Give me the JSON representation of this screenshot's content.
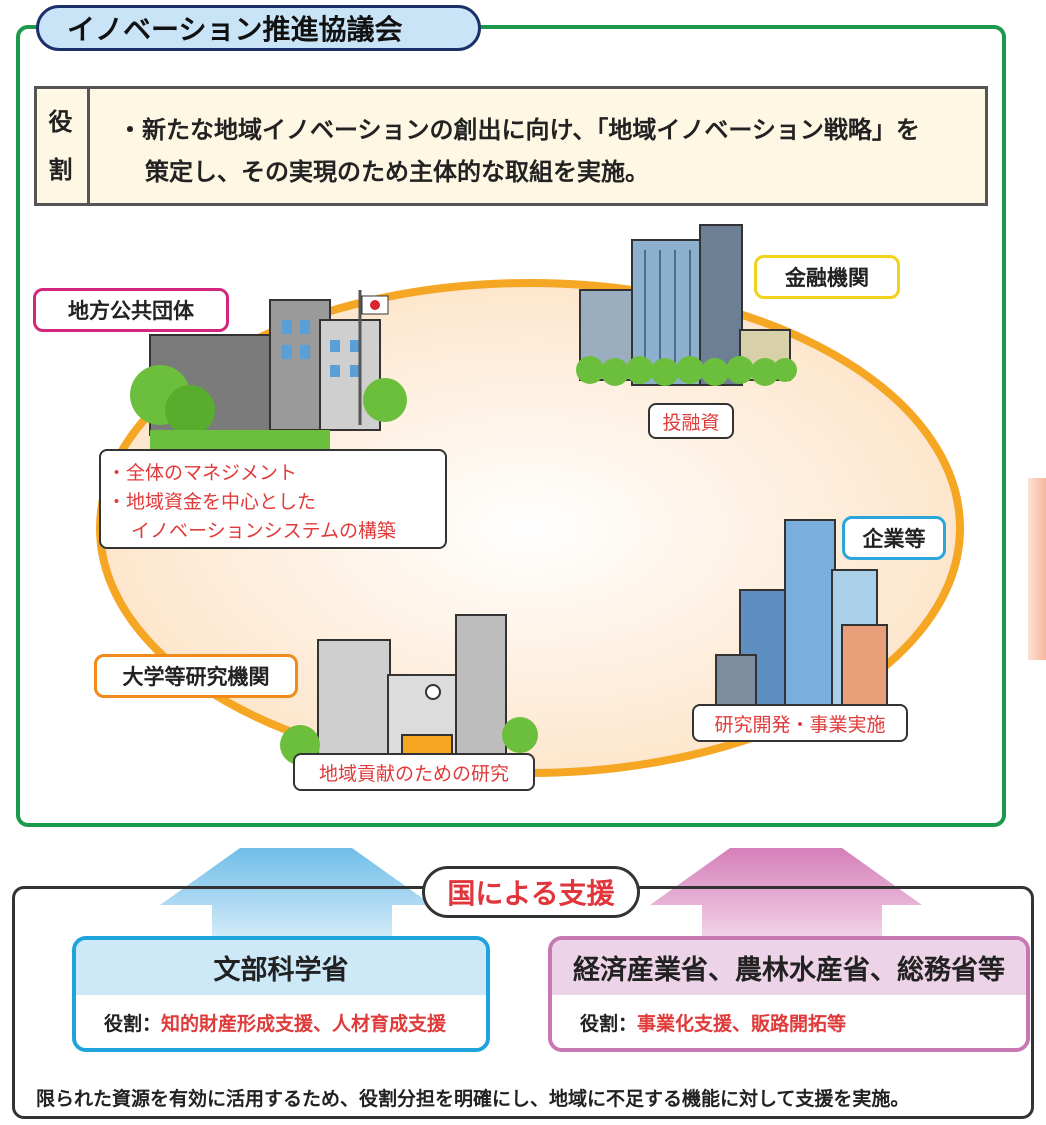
{
  "council": {
    "title": "イノベーション推進協議会",
    "role_label_1": "役",
    "role_label_2": "割",
    "role_line_1": "・新たな地域イノベーションの創出に向け、「地域イノベーション戦略」を",
    "role_line_2": "策定し、その実現のため主体的な取組を実施。"
  },
  "actors": {
    "local_gov": {
      "label": "地方公共団体",
      "note_1": "・全体のマネジメント",
      "note_2": "・地域資金を中心とした",
      "note_3": "イノベーションシステムの構築",
      "color": "#d4267d"
    },
    "finance": {
      "label": "金融機関",
      "note": "投融資",
      "color": "#f2d21a"
    },
    "companies": {
      "label": "企業等",
      "note": "研究開発・事業実施",
      "color": "#2aa6dd"
    },
    "university": {
      "label": "大学等研究機関",
      "note": "地域貢献のための研究",
      "color": "#f08a1a"
    }
  },
  "support": {
    "title": "国による支援",
    "mext": {
      "name": "文部科学省",
      "role_prefix": "役割：",
      "role": "知的財産形成支援、人材育成支援"
    },
    "others": {
      "name": "経済産業省、農林水産省、総務省等",
      "role_prefix": "役割：",
      "role": "事業化支援、販路開拓等"
    },
    "footer": "限られた資源を有効に活用するため、役割分担を明確にし、地域に不足する機能に対して支援を実施。"
  },
  "colors": {
    "green": "#1a9a4a",
    "orange_ring": "#f5a623",
    "red": "#e03a3a",
    "blue_arrow": "#7cc3ea",
    "pink_arrow": "#d88cc0"
  }
}
